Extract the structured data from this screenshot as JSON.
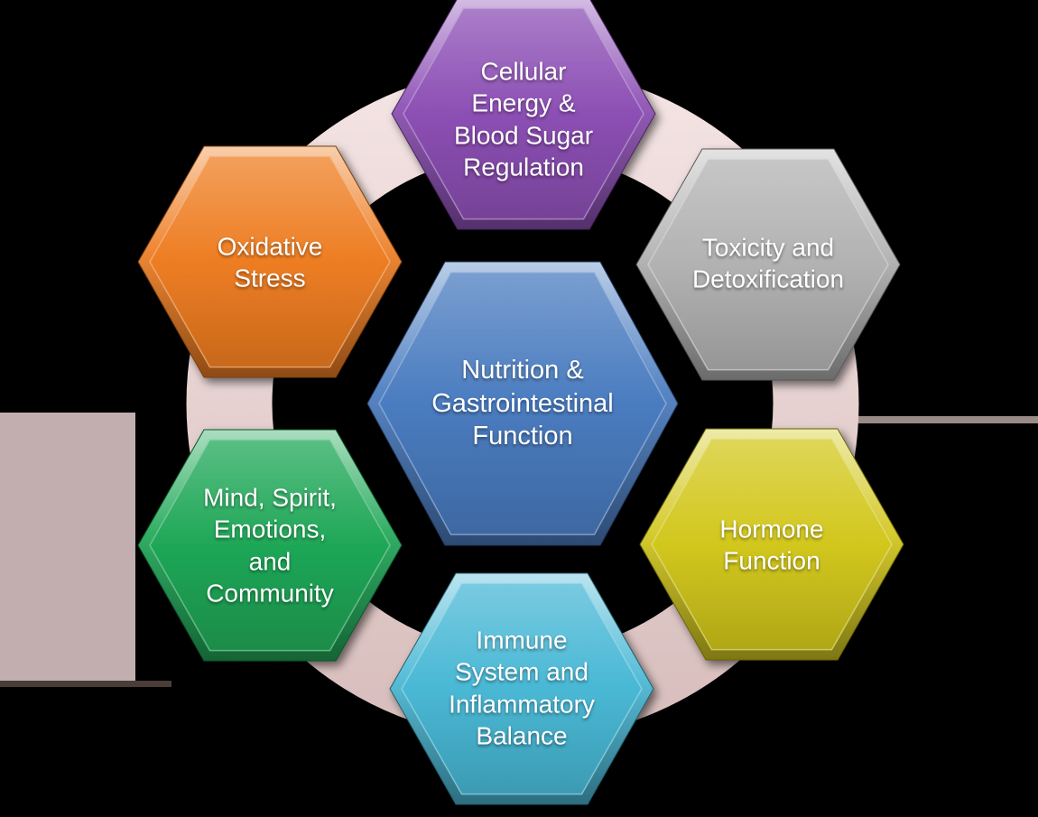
{
  "diagram_title": "",
  "text_color": "#ffffff",
  "nodes": {
    "cellular": {
      "label": "Cellular\nEnergy &\nBlood Sugar\nRegulation",
      "color": "#8c4fb4"
    },
    "toxicity": {
      "label": "Toxicity and\nDetoxification",
      "color": "#b2b2b2"
    },
    "oxidative": {
      "label": "Oxidative\nStress",
      "color": "#ee7d22"
    },
    "nutrition": {
      "label": "Nutrition &\nGastrointestinal\nFunction",
      "color": "#4a7cc0"
    },
    "mind": {
      "label": "Mind, Spirit,\nEmotions,\nand\nCommunity",
      "color": "#1fa757"
    },
    "hormone": {
      "label": "Hormone\nFunction",
      "color": "#d2c71d"
    },
    "immune": {
      "label": "Immune\nSystem and\nInflammatory\nBalance",
      "color": "#49b8d5"
    }
  },
  "ring": {
    "light": "#f2e2e1",
    "dark": "#d9c0bf"
  },
  "background": {
    "canvas": "#000000",
    "left_panel": "#c2aeae",
    "left_panel_border": "#4a3c36",
    "right_band": "#9a8b88"
  }
}
